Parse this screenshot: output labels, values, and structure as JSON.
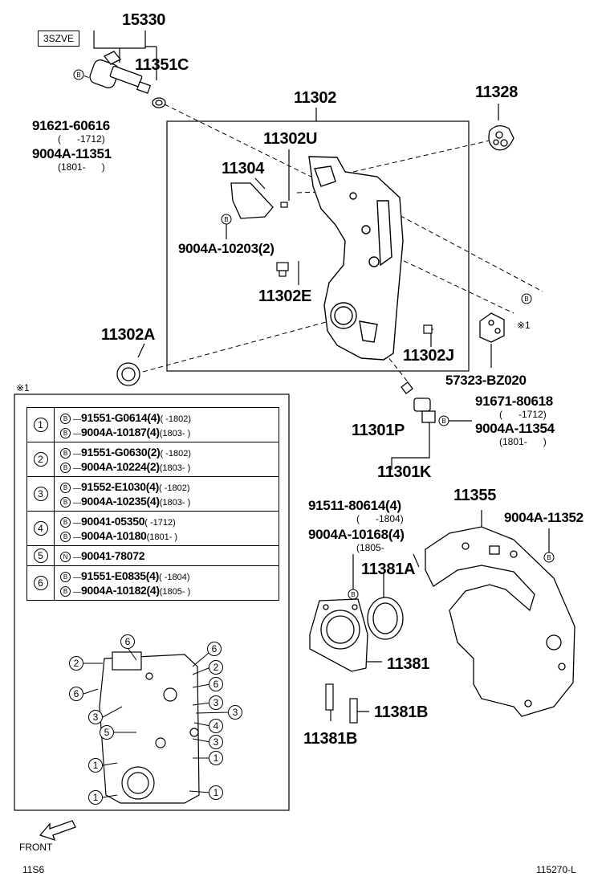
{
  "engine_code": "3SZVE",
  "labels": {
    "l15330": "15330",
    "l11351C": "11351C",
    "l91621": "91621-60616",
    "l91621_date": "(      -1712)",
    "l9004A_11351": "9004A-11351",
    "l9004A_11351_date": "(1801-      )",
    "l11302": "11302",
    "l11328": "11328",
    "l11302U": "11302U",
    "l11304": "11304",
    "l9004A_10203": "9004A-10203(2)",
    "l11302E": "11302E",
    "l11302A": "11302A",
    "l11302J": "11302J",
    "l57323": "57323-BZ020",
    "l91671": "91671-80618",
    "l91671_date": "(      -1712)",
    "l9004A_11354": "9004A-11354",
    "l9004A_11354_date": "(1801-      )",
    "l11301P": "11301P",
    "l11301K": "11301K",
    "l91511": "91511-80614(4)",
    "l91511_date": "(      -1804)",
    "l9004A_10168": "9004A-10168(4)",
    "l9004A_10168_date": "(1805-",
    "l11355": "11355",
    "l9004A_11352": "9004A-11352",
    "l11381A": "11381A",
    "l11381": "11381",
    "l11381B_1": "11381B",
    "l11381B_2": "11381B"
  },
  "note_mark": "※1",
  "note_mark_side": "※1",
  "table": {
    "rows": [
      {
        "num": "1",
        "parts": [
          {
            "prefix": "B",
            "part": "91551-G0614(4)",
            "date": "(       -1802)"
          },
          {
            "prefix": "B",
            "part": "9004A-10187(4)",
            "date": "(1803-      )"
          }
        ]
      },
      {
        "num": "2",
        "parts": [
          {
            "prefix": "B",
            "part": "91551-G0630(2)",
            "date": "(       -1802)"
          },
          {
            "prefix": "B",
            "part": "9004A-10224(2)",
            "date": "(1803-      )"
          }
        ]
      },
      {
        "num": "3",
        "parts": [
          {
            "prefix": "B",
            "part": "91552-E1030(4)",
            "date": "(       -1802)"
          },
          {
            "prefix": "B",
            "part": "9004A-10235(4)",
            "date": "(1803-      )"
          }
        ]
      },
      {
        "num": "4",
        "parts": [
          {
            "prefix": "B",
            "part": "90041-05350",
            "date": "(       -1712)"
          },
          {
            "prefix": "B",
            "part": "9004A-10180",
            "date": "(1801-      )"
          }
        ]
      },
      {
        "num": "5",
        "parts": [
          {
            "prefix": "N",
            "part": "90041-78072",
            "date": ""
          }
        ]
      },
      {
        "num": "6",
        "parts": [
          {
            "prefix": "B",
            "part": "91551-E0835(4)",
            "date": "(       -1804)"
          },
          {
            "prefix": "B",
            "part": "9004A-10182(4)",
            "date": "(1805-      )"
          }
        ]
      }
    ]
  },
  "callouts_left": [
    "2",
    "6",
    "3",
    "5",
    "1",
    "1"
  ],
  "callouts_top": [
    "6",
    "6"
  ],
  "callouts_right": [
    "2",
    "6",
    "3",
    "3",
    "4",
    "3",
    "1",
    "1"
  ],
  "front_label": "FRONT",
  "footer_left": "11S6",
  "footer_right": "115270-L",
  "bolt_marker": "B"
}
